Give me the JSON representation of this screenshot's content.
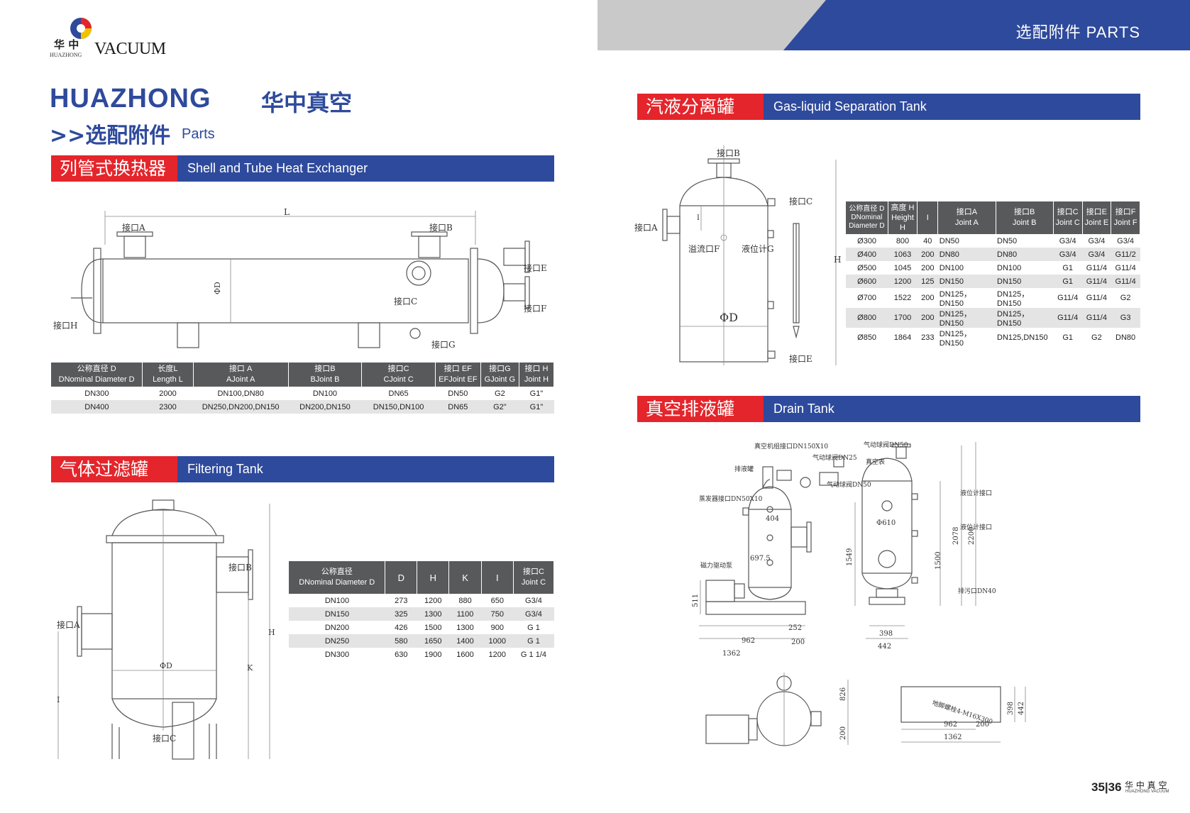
{
  "header": {
    "label": "选配附件 PARTS",
    "logo_cn": "华 中",
    "logo_text": "VACUUM",
    "logo_sub": "HUAZHONG",
    "title_en": "HUAZHONG",
    "title_cn": "华中真空",
    "subtitle_cn": ">>选配附件",
    "subtitle_en": "Parts"
  },
  "sections": {
    "shell": {
      "cn": "列管式换热器",
      "en": "Shell and Tube Heat Exchanger"
    },
    "filter": {
      "cn": "气体过滤罐",
      "en": "Filtering Tank"
    },
    "gas": {
      "cn": "汽液分离罐",
      "en": "Gas-liquid Separation Tank"
    },
    "drain": {
      "cn": "真空排液罐",
      "en": "Drain Tank"
    }
  },
  "shell_labels": {
    "a": "接口A",
    "b": "接口B",
    "c": "接口C",
    "e": "接口E",
    "f": "接口F",
    "g": "接口G",
    "h": "接口H",
    "l": "L",
    "d": "ΦD"
  },
  "shell_table": {
    "headers": [
      [
        "公称直径 D",
        "DNominal Diameter D"
      ],
      [
        "长度L",
        "Length L"
      ],
      [
        "接口 A",
        "AJoint A"
      ],
      [
        "接口B",
        "BJoint B"
      ],
      [
        "接口C",
        "CJoint C"
      ],
      [
        "接口 EF",
        "EFJoint EF"
      ],
      [
        "接口G",
        "GJoint G"
      ],
      [
        "接口 H",
        "Joint H"
      ]
    ],
    "rows": [
      [
        "DN300",
        "2000",
        "DN100,DN80",
        "DN100",
        "DN65",
        "DN50",
        "G2",
        "G1\""
      ],
      [
        "DN400",
        "2300",
        "DN250,DN200,DN150",
        "DN200,DN150",
        "DN150,DN100",
        "DN65",
        "G2\"",
        "G1\""
      ]
    ]
  },
  "filter_labels": {
    "a": "接口A",
    "b": "接口B",
    "c": "接口C",
    "d": "ΦD",
    "h": "H",
    "k": "K",
    "i": "I"
  },
  "filter_table": {
    "headers": [
      [
        "公称直径",
        "DNominal Diameter D"
      ],
      [
        "D"
      ],
      [
        "H"
      ],
      [
        "K"
      ],
      [
        "I"
      ],
      [
        "接口C",
        "Joint C"
      ]
    ],
    "rows": [
      [
        "DN100",
        "273",
        "1200",
        "880",
        "650",
        "G3/4"
      ],
      [
        "DN150",
        "325",
        "1300",
        "1100",
        "750",
        "G3/4"
      ],
      [
        "DN200",
        "426",
        "1500",
        "1300",
        "900",
        "G 1"
      ],
      [
        "DN250",
        "580",
        "1650",
        "1400",
        "1000",
        "G 1"
      ],
      [
        "DN300",
        "630",
        "1900",
        "1600",
        "1200",
        "G 1 1/4"
      ]
    ]
  },
  "gas_labels": {
    "a": "接口A",
    "b": "接口B",
    "c": "接口C",
    "e": "接口E",
    "f": "溢流口F",
    "g": "液位计G",
    "d": "ΦD",
    "h": "H",
    "i": "I"
  },
  "gas_table": {
    "headers": [
      [
        "公称直径 D",
        "DNominal",
        "Diameter D"
      ],
      [
        "高度 H",
        "Height",
        "H"
      ],
      [
        "I"
      ],
      [
        "接口A",
        "Joint A"
      ],
      [
        "接口B",
        "Joint B"
      ],
      [
        "接口C",
        "Joint C"
      ],
      [
        "接口E",
        "Joint E"
      ],
      [
        "接口F",
        "Joint F"
      ]
    ],
    "rows": [
      [
        "Ø300",
        "800",
        "40",
        "DN50",
        "DN50",
        "G3/4",
        "G3/4",
        "G3/4"
      ],
      [
        "Ø400",
        "1063",
        "200",
        "DN80",
        "DN80",
        "G3/4",
        "G3/4",
        "G11/2"
      ],
      [
        "Ø500",
        "1045",
        "200",
        "DN100",
        "DN100",
        "G1",
        "G11/4",
        "G11/4"
      ],
      [
        "Ø600",
        "1200",
        "125",
        "DN150",
        "DN150",
        "G1",
        "G11/4",
        "G11/4"
      ],
      [
        "Ø700",
        "1522",
        "200",
        "DN125，DN150",
        "DN125，DN150",
        "G11/4",
        "G11/4",
        "G2"
      ],
      [
        "Ø800",
        "1700",
        "200",
        "DN125，DN150",
        "DN125，DN150",
        "G11/4",
        "G11/4",
        "G3"
      ],
      [
        "Ø850",
        "1864",
        "233",
        "DN125，DN150",
        "DN125,DN150",
        "G1",
        "G2",
        "DN80"
      ]
    ]
  },
  "drain_labels": {
    "l1": "真空机组接口DN150X10",
    "l2": "气动球阀DN25",
    "l3": "排液罐",
    "l4": "蒸发器接口DN50X10",
    "l5": "气动球阀DN50",
    "l6": "气动球阀DN50",
    "l7": "真空表",
    "l8": "液位计接口",
    "l9": "液位计接口",
    "l10": "磁力驱动泵",
    "l11": "排污口DN40",
    "l12": "地脚螺栓4-M16X300",
    "d404": "404",
    "d6975": "697.5",
    "d511": "511",
    "d252": "252",
    "d200a": "200",
    "d962": "962",
    "d1362": "1362",
    "d610": "Φ610",
    "d1549": "1549",
    "d1500": "1500",
    "d2078": "2078",
    "d2200": "2200",
    "d398": "398",
    "d442": "442",
    "d826": "826",
    "d200b": "200",
    "d962b": "962",
    "d1362b": "1362",
    "d200c": "200",
    "d398b": "398",
    "d442b": "442"
  },
  "footer": {
    "pages": "35|36",
    "brand": "华 中 真 空",
    "brand_sub": "HUAZHONG VACUUM"
  }
}
